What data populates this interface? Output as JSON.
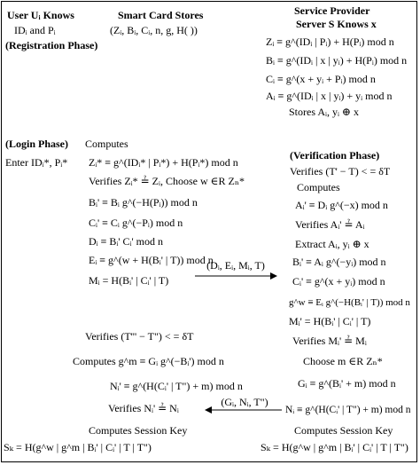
{
  "registration": {
    "user_heading": "User Uᵢ Knows",
    "user_knows": "IDᵢ and Pᵢ",
    "phase": "(Registration Phase)",
    "smartcard_heading": "Smart Card Stores",
    "smartcard_values": "(Zᵢ, Bᵢ, Cᵢ, n, g, H( ))",
    "server_heading_1": "Service Provider",
    "server_heading_2": "Server S Knows x",
    "eq_z": "Zᵢ ≡ g^(IDᵢ | Pᵢ) + H(Pᵢ) mod n",
    "eq_b": "Bᵢ ≡ g^(IDᵢ | x | yᵢ) + H(Pᵢ) mod n",
    "eq_c": "Cᵢ ≡ g^(x + yᵢ + Pᵢ) mod n",
    "eq_a": "Aᵢ ≡ g^(IDᵢ | x | yᵢ) + yᵢ mod n",
    "stores": "Stores Aᵢ, yᵢ ⊕ x"
  },
  "login": {
    "phase": "(Login Phase)",
    "enter": "Enter IDᵢ*, Pᵢ*",
    "computes": "Computes",
    "eq_z": "Zᵢ* ≡ g^(IDᵢ* | Pᵢ*) + H(Pᵢ*) mod n",
    "verifies": "Verifies Zᵢ* ≟ Zᵢ, Choose w ∈R Zₙ*",
    "eq_b": "Bᵢ' ≡ Bᵢ g^(−H(Pᵢ)) mod n",
    "eq_c": "Cᵢ' ≡ Cᵢ g^(−Pᵢ) mod n",
    "eq_d": "Dᵢ ≡ Bᵢ' Cᵢ' mod n",
    "eq_e": "Eᵢ ≡ g^(w + H(Bᵢ' | T)) mod n",
    "eq_m": "Mᵢ = H(Bᵢ' | Cᵢ' | T)",
    "message": "(Dᵢ, Eᵢ, Mᵢ, T)"
  },
  "verification": {
    "phase": "(Verification Phase)",
    "verifies_time": "Verifies (T' − T) < = δT",
    "computes": "Computes",
    "eq_a": "Aᵢ' ≡ Dᵢ g^(−x) mod n",
    "verifies_a": "Verifies Aᵢ' ≟ Aᵢ",
    "extract": "Extract Aᵢ, yᵢ ⊕ x",
    "eq_b": "Bᵢ' ≡ Aᵢ g^(−yᵢ) mod n",
    "eq_c": "Cᵢ' ≡ g^(x + yᵢ) mod n",
    "eq_gw": "g^w ≡ Eᵢ g^(−H(Bᵢ' | T)) mod n",
    "eq_m": "Mᵢ' = H(Bᵢ' | Cᵢ' | T)",
    "verifies_m": "Verifies Mᵢ' ≟ Mᵢ",
    "choose": "Choose m ∈R Zₙ*",
    "eq_g": "Gᵢ ≡ g^(Bᵢ' + m) mod n",
    "eq_n": "Nᵢ ≡ g^(H(Cᵢ' | T\") + m) mod n",
    "reply": "(Gᵢ, Nᵢ, T\")",
    "session_heading": "Computes Session Key",
    "session": "Sₖ = H(g^w | g^m | Bᵢ' | Cᵢ' | T | T\")"
  },
  "user_verify": {
    "verifies_time": "Verifies (T''' − T\") < = δT",
    "eq_gm": "Computes g^m ≡ Gᵢ g^(−Bᵢ') mod n",
    "eq_n": "Nᵢ' ≡ g^(H(Cᵢ' | T\") + m) mod n",
    "verifies_n": "Verifies Nᵢ' ≟ Nᵢ",
    "session_heading": "Computes Session Key",
    "session": "Sₖ = H(g^w | g^m | Bᵢ' | Cᵢ' | T | T\")"
  }
}
